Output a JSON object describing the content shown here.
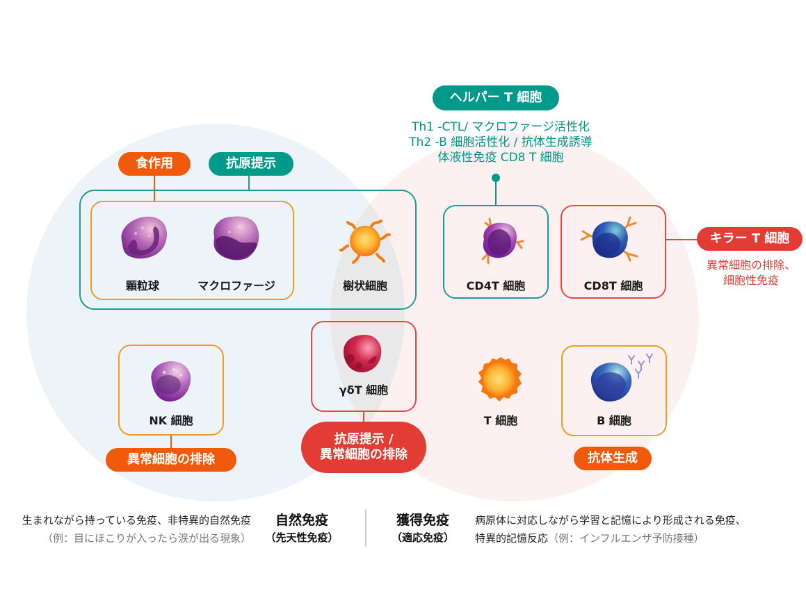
{
  "helper": {
    "title": "ヘルパー T 細胞",
    "lines": [
      "Th1 -CTL/ マクロファージ活性化",
      "Th2 -B 細胞活性化 / 抗体生成誘導",
      "体液性免疫 CD8 T 細胞"
    ]
  },
  "labels": {
    "phagocytosis": "食作用",
    "antigen_presentation": "抗原提示",
    "nk_role": "異常細胞の排除",
    "gdt_role_line1": "抗原提示 /",
    "gdt_role_line2": "異常細胞の排除",
    "antibody": "抗体生成",
    "killer_title": "キラー T 細胞",
    "killer_desc_line1": "異常細胞の排除、",
    "killer_desc_line2": "細胞性免疫"
  },
  "cells": {
    "granulocyte": "顆粒球",
    "macrophage": "マクロファージ",
    "dendritic": "樹状細胞",
    "cd4t": "CD4T 細胞",
    "cd8t": "CD8T 細胞",
    "nk": "NK 細胞",
    "gdt": "γδT 細胞",
    "t": "T 細胞",
    "b": "B 細胞"
  },
  "footer": {
    "innate_desc": "生まれながら持っている免疫、非特異的自然免疫",
    "innate_example": "（例：目にほこりが入ったら涙が出る現象）",
    "innate_title": "自然免疫",
    "innate_sub": "（先天性免疫）",
    "acquired_title": "獲得免疫",
    "acquired_sub": "（適応免疫）",
    "acquired_desc": "病原体に対応しながら学習と記憶により形成される免疫、",
    "acquired_desc2": "特異的記憶反応",
    "acquired_example": "（例：インフルエンザ予防接種）"
  },
  "colors": {
    "teal": "#009a8b",
    "orange": "#f15a0b",
    "red": "#e23c34",
    "innate_bg": "#ecf4f9",
    "acquired_bg": "#fcf1f0"
  }
}
